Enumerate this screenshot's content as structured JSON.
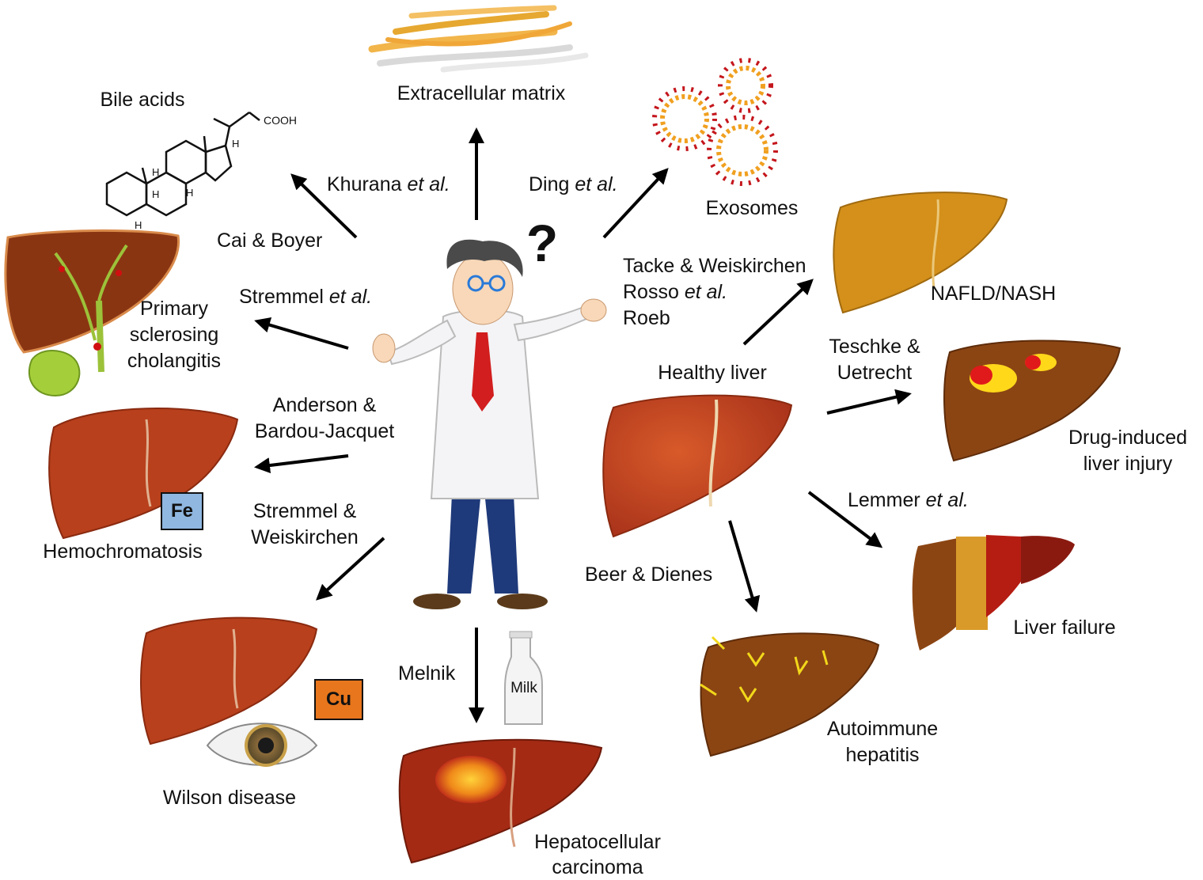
{
  "center": {
    "question_mark": "?"
  },
  "topics": {
    "extracellular_matrix": "Extracellular matrix",
    "bile_acids": "Bile acids",
    "cooh": "COOH",
    "h": "H",
    "exosomes": "Exosomes",
    "nafld": "NAFLD/NASH",
    "healthy_liver": "Healthy liver",
    "psc": [
      "Primary",
      "sclerosing",
      "cholangitis"
    ],
    "hemochromatosis": "Hemochromatosis",
    "wilson": "Wilson disease",
    "hcc": [
      "Hepatocellular",
      "carcinoma"
    ],
    "dili": [
      "Drug-induced",
      "liver injury"
    ],
    "liver_failure": "Liver failure",
    "aih": [
      "Autoimmune",
      "hepatitis"
    ],
    "milk": "Milk",
    "fe": "Fe",
    "cu": "Cu"
  },
  "authors": {
    "khurana": {
      "name": "Khurana ",
      "etal": "et al."
    },
    "ding": {
      "name": "Ding ",
      "etal": "et al."
    },
    "cai_boyer": "Cai & Boyer",
    "stremmel_etal": {
      "name": "Stremmel ",
      "etal": "et al."
    },
    "anderson": [
      "Anderson &",
      "Bardou-Jacquet"
    ],
    "stremmel_weiskirchen": [
      "Stremmel &",
      "Weiskirchen"
    ],
    "melnik": "Melnik",
    "tacke": "Tacke & Weiskirchen",
    "rosso": {
      "name": "Rosso ",
      "etal": "et al."
    },
    "roeb": "Roeb",
    "teschke": [
      "Teschke &",
      "Uetrecht"
    ],
    "lemmer": {
      "name": "Lemmer ",
      "etal": "et al."
    },
    "beer_dienes": "Beer & Dienes"
  },
  "colors": {
    "liver_healthy": "#c8401e",
    "liver_dark": "#8a3512",
    "liver_fatty": "#d4901a",
    "liver_brown": "#8b4513",
    "fe_badge": "#8fb7e0",
    "cu_badge": "#e8761c",
    "arrow": "#000000",
    "tie": "#d21e1e",
    "pants": "#1f3a7a"
  }
}
